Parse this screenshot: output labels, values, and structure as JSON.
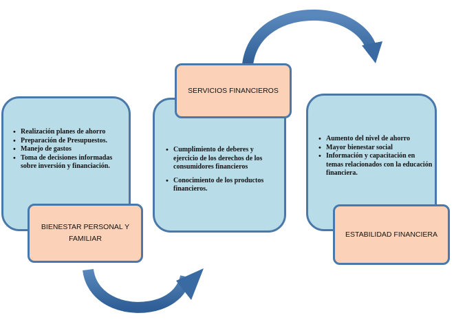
{
  "diagram": {
    "colors": {
      "card_fill": "#b8dce8",
      "label_fill": "#fbd2b8",
      "border": "#4a78a8",
      "arrow": "#4a78a8"
    },
    "blocks": [
      {
        "label": "BIENESTAR PERSONAL Y FAMILIAR",
        "items": [
          "Realización planes de ahorro",
          "Preparación de Presupuestos.",
          "Manejo de gastos",
          "Toma de decisiones informadas sobre inversión y financiación."
        ]
      },
      {
        "label": "SERVICIOS FINANCIEROS",
        "items": [
          "Cumplimiento de deberes y ejercicio de los derechos de los consumidores financieros",
          "Conocimiento de los productos financieros."
        ]
      },
      {
        "label": "ESTABILIDAD FINANCIERA",
        "items": [
          "Aumento del nivel de ahorro",
          "Mayor bienestar social",
          "Información y capacitación en temas relacionados con la educación financiera."
        ]
      }
    ],
    "arrows": [
      {
        "from": "BIENESTAR PERSONAL Y FAMILIAR",
        "to": "SERVICIOS FINANCIEROS",
        "icon": "curved-arrow-icon"
      },
      {
        "from": "SERVICIOS FINANCIEROS",
        "to": "ESTABILIDAD FINANCIERA",
        "icon": "curved-arrow-icon"
      }
    ]
  }
}
